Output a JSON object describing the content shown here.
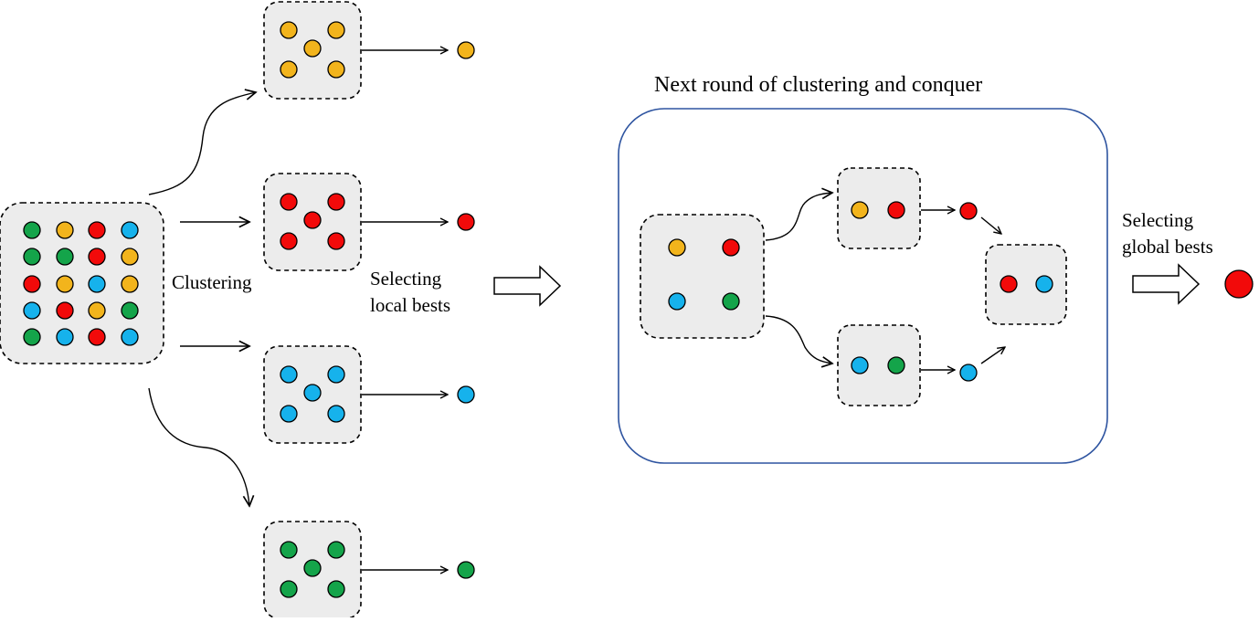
{
  "labels": {
    "clustering": "Clustering",
    "selecting_local_1": "Selecting",
    "selecting_local_2": "local bests",
    "next_round": "Next round of clustering and conquer",
    "selecting_global_1": "Selecting",
    "selecting_global_2": "global bests"
  },
  "colors": {
    "yellow": "#f2b41c",
    "red": "#f20a0a",
    "blue": "#16b2ec",
    "green": "#14a44a",
    "box_fill": "#ececec",
    "panel_border": "#2e54a0"
  },
  "initial_grid": [
    [
      "green",
      "yellow",
      "red",
      "blue"
    ],
    [
      "green",
      "green",
      "red",
      "yellow"
    ],
    [
      "red",
      "yellow",
      "blue",
      "yellow"
    ],
    [
      "blue",
      "red",
      "yellow",
      "green"
    ],
    [
      "green",
      "blue",
      "red",
      "blue"
    ]
  ],
  "clusters": [
    {
      "color": "yellow",
      "best": "yellow"
    },
    {
      "color": "red",
      "best": "red"
    },
    {
      "color": "blue",
      "best": "blue"
    },
    {
      "color": "green",
      "best": "green"
    }
  ],
  "next_round": {
    "input": [
      "yellow",
      "red",
      "blue",
      "green"
    ],
    "groups": [
      [
        "yellow",
        "red"
      ],
      [
        "blue",
        "green"
      ]
    ],
    "bests": [
      "red",
      "blue"
    ],
    "merged": [
      "red",
      "blue"
    ]
  },
  "global_best": "red"
}
